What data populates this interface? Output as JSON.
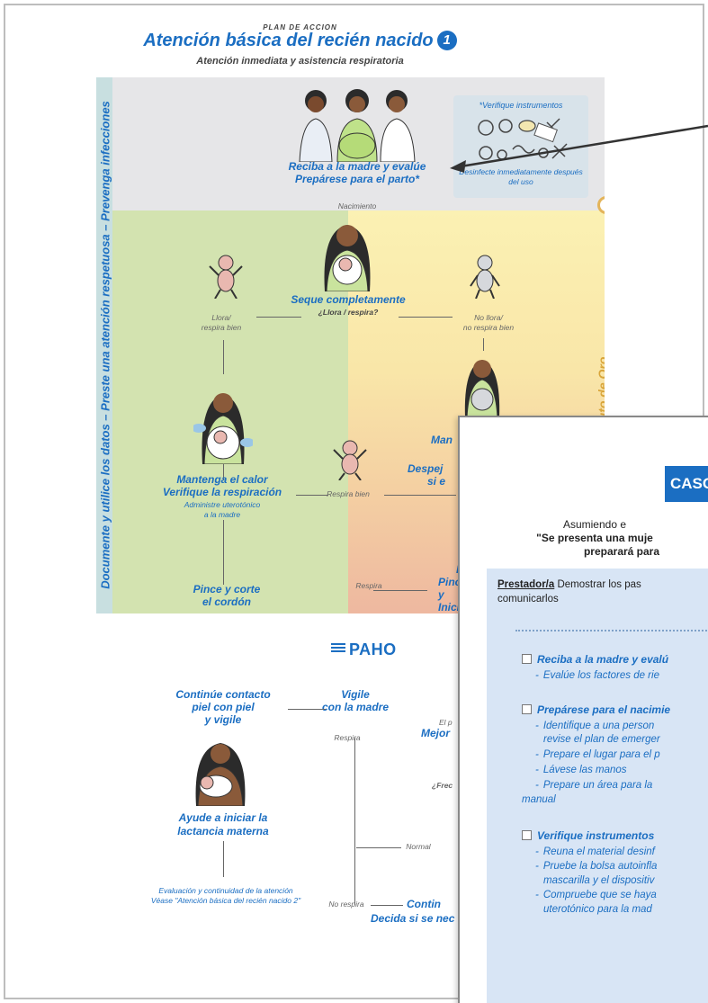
{
  "header": {
    "kicker": "PLAN DE ACCION",
    "title": "Atención básica del recién nacido",
    "number": "1",
    "subtitle": "Atención inmediata y asistencia respiratoria"
  },
  "side_band_text": "Documente y utilice los datos  –  Preste una atención respetuosa  –  Prevenga infecciones",
  "gold_text": "Minuto de Oro",
  "instruments": {
    "title": "*Verifique instrumentos",
    "note": "Desinfecte inmediatamente después del uso"
  },
  "flow": {
    "receive_1": "Reciba a la madre y evalúe",
    "receive_2": "Prepárese para el parto*",
    "birth": "Nacimiento",
    "dry": "Seque completamente",
    "cries_q": "¿Llora / respira?",
    "cries_yes_1": "Llora/",
    "cries_yes_2": "respira bien",
    "cries_no_1": "No llora/",
    "cries_no_2": "no respira bien",
    "warm_1": "Mantenga el calor",
    "warm_2": "Verifique la respiración",
    "uterotonic_1": "Administre uterotónico",
    "uterotonic_2": "a la madre",
    "breathes_well": "Respira bien",
    "keep_partial": "Man",
    "clear_partial_1": "Despej",
    "clear_partial_2": "si e",
    "cut_1": "Pince y corte",
    "cut_2": "el cordón",
    "breathes": "Respira",
    "f_partial": "F",
    "pince_partial": "Pince y",
    "inicie_partial": "Inicie",
    "skin_1": "Continúe contacto",
    "skin_2": "piel con piel",
    "skin_3": "y vigile",
    "watch_1": "Vigile",
    "watch_2": "con la madre",
    "el_p_partial": "El p",
    "mejor_partial": "Mejor",
    "respira_2": "Respira",
    "frec_partial": "¿Frec",
    "breastfeed_1": "Ayude a iniciar la",
    "breastfeed_2": "lactancia materna",
    "normal": "Normal",
    "eval_1": "Evaluación y continuidad de la atención",
    "eval_2": "Véase \"Atención básica del recién nacido 2\"",
    "no_breathe": "No respira",
    "contin_partial": "Contin",
    "decide_partial": "Decida si se nec"
  },
  "footer": {
    "logo_text": "PAHO"
  },
  "overlay": {
    "case_label": "CASO",
    "intro_1": "Asumiendo e",
    "intro_2": "\"Se presenta una muje",
    "intro_3": "preparará para",
    "prestador_label": "Prestador/a",
    "prestador_text": " Demostrar los pas",
    "prestador_text_2": "comunicarlos",
    "sections": [
      {
        "title": "Reciba a la madre y evalú",
        "items": [
          "Evalúe los factores de rie"
        ]
      },
      {
        "title": "Prepárese para el nacimie",
        "items": [
          "Identifique a una person",
          "revise el plan de emerger",
          "Prepare el lugar para el p",
          "Lávese las manos",
          "Prepare un área para la",
          "manual"
        ]
      },
      {
        "title": "Verifique instrumentos",
        "items": [
          "Reuna el material desinf",
          "Pruebe la bolsa autoinfla",
          "mascarilla y el dispositiv",
          "Compruebe que se haya",
          "uterotónico para la mad"
        ]
      }
    ]
  }
}
